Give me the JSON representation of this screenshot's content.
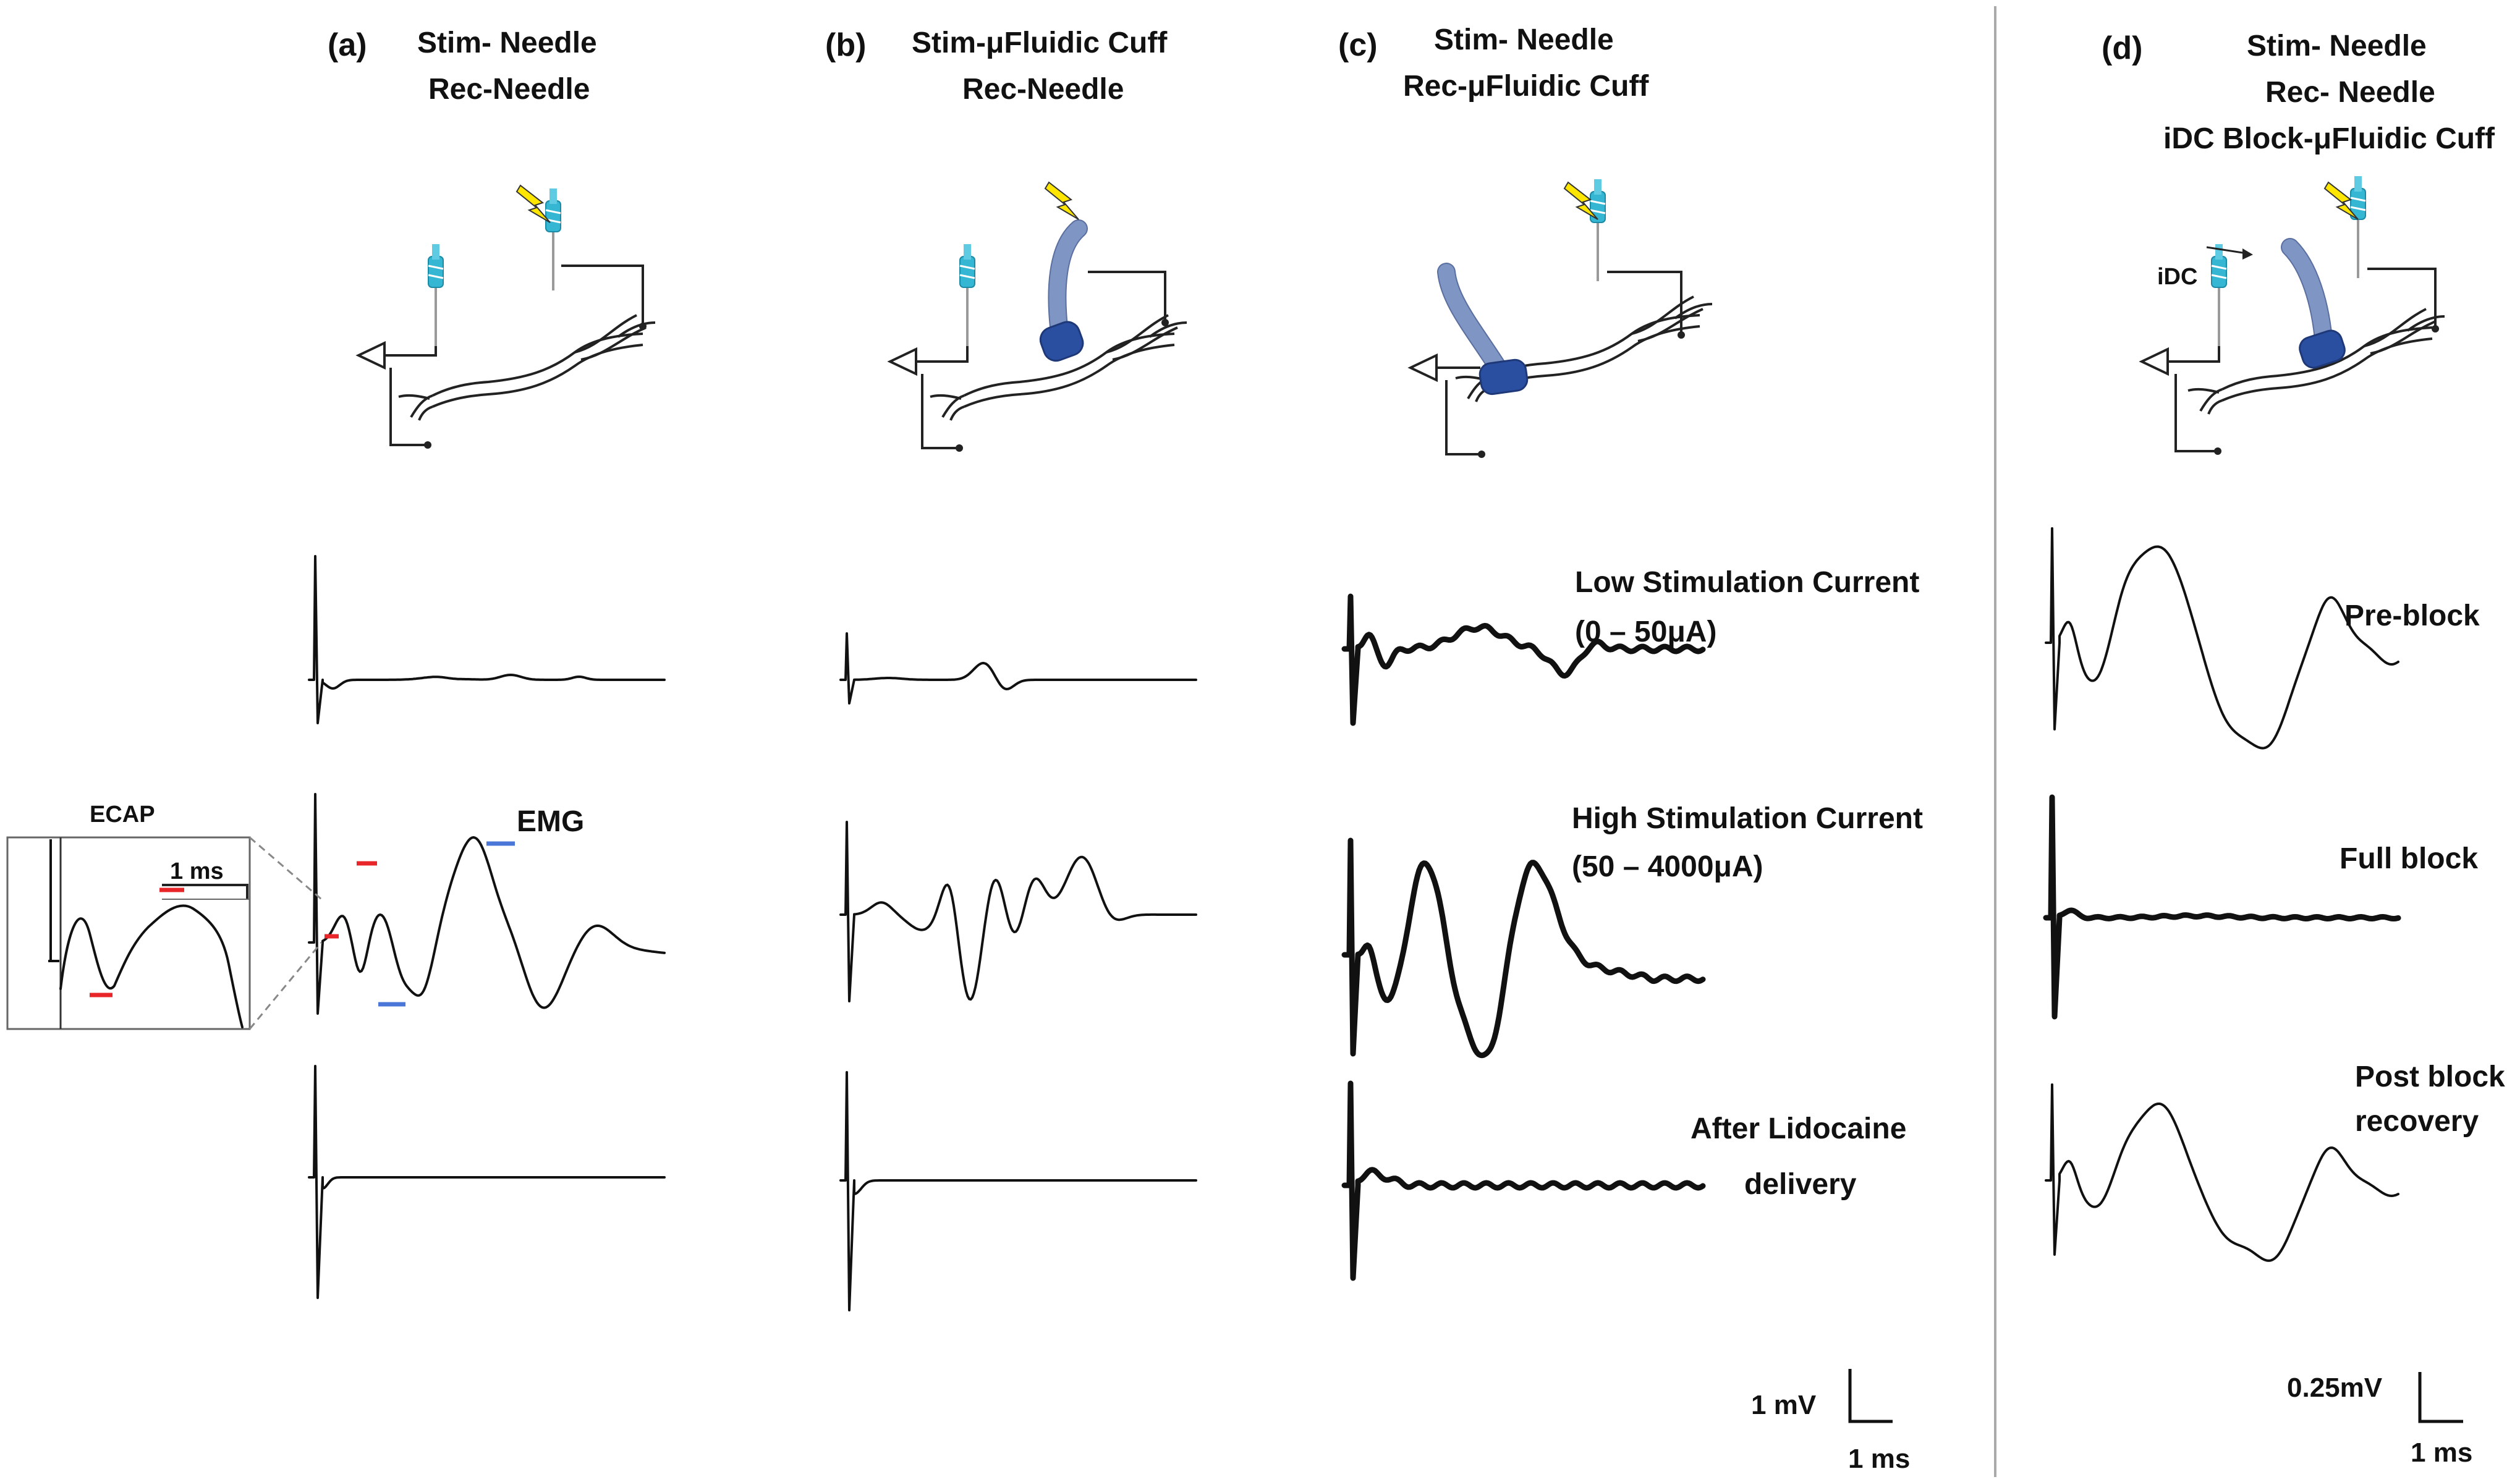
{
  "panels": [
    {
      "letter": "(a)",
      "title": [
        "Stim- Needle",
        "Rec-Needle"
      ]
    },
    {
      "letter": "(b)",
      "title": [
        "Stim-μFluidic Cuff",
        "Rec-Needle"
      ]
    },
    {
      "letter": "(c)",
      "title": [
        "Stim- Needle",
        "Rec-μFluidic Cuff"
      ]
    },
    {
      "letter": "(d)",
      "title": [
        "Stim- Needle",
        "Rec- Needle",
        "iDC Block-μFluidic Cuff"
      ]
    }
  ],
  "panel_c_conditions": [
    [
      "Low Stimulation Current",
      "(0 – 50μA)"
    ],
    [
      "High Stimulation Current",
      "(50 – 4000μA)"
    ],
    [
      "After Lidocaine",
      "delivery"
    ]
  ],
  "panel_d_conditions": [
    [
      "Pre-block"
    ],
    [
      "Full block"
    ],
    [
      "Post block",
      "recovery"
    ]
  ],
  "inset": {
    "label": "ECAP",
    "scale_label": "1 ms"
  },
  "emg_label": "EMG",
  "idc_label": "iDC",
  "scalebar_c": {
    "y_label": "1 mV",
    "x_label": "1 ms"
  },
  "scalebar_d": {
    "y_label": "0.25mV",
    "x_label": "1 ms"
  },
  "colors": {
    "trace": "#111111",
    "ecap_marker": "#e8262a",
    "emg_marker": "#4a76d8",
    "lightning": "#ffe600",
    "needle": "#35b6d3",
    "cuff": "#2b4fa0",
    "divider": "#aaaaaa"
  }
}
